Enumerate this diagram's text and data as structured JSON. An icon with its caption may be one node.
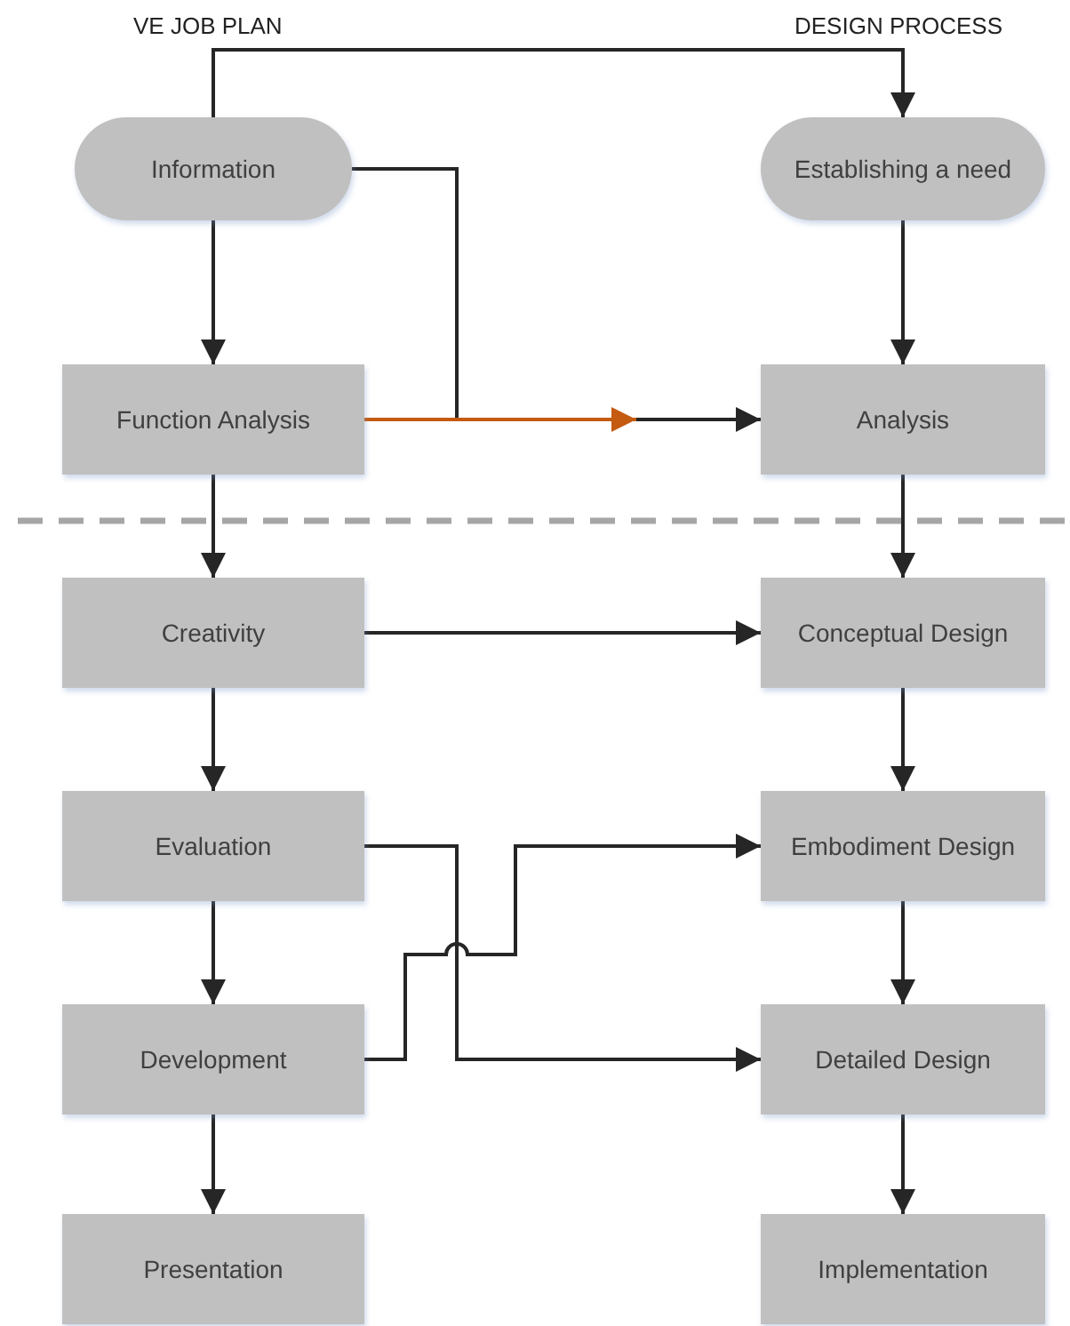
{
  "diagram": {
    "nodes": [
      {
        "text": [
          "Information"
        ]
      },
      {
        "text": [
          "Establishing a need"
        ]
      },
      {
        "text": [
          "Function Analysis"
        ]
      },
      {
        "text": [
          "Analysis"
        ]
      },
      {
        "text": [
          "Creativity"
        ]
      },
      {
        "text": [
          "Conceptual Design"
        ]
      },
      {
        "text": [
          "Evaluation"
        ]
      },
      {
        "text": [
          "Embodiment Design"
        ]
      },
      {
        "text": [
          "Development"
        ]
      },
      {
        "text": [
          "Detailed Design"
        ]
      },
      {
        "text": [
          "Presentation"
        ]
      },
      {
        "text": [
          "Implementation"
        ]
      }
    ],
    "edges": [
      {
        "from": 0,
        "to": 1,
        "arrow": "to"
      },
      {
        "from": 0,
        "to": 2,
        "arrow": "to"
      },
      {
        "from": 1,
        "to": 3,
        "arrow": "to"
      },
      {
        "from": 0,
        "to": 3,
        "arrow": "to"
      },
      {
        "from": 2,
        "to": null,
        "arrow": "to",
        "color": "#c55a11"
      },
      {
        "from": 2,
        "to": 4,
        "arrow": "to"
      },
      {
        "from": 3,
        "to": 5,
        "arrow": "to"
      },
      {
        "from": 4,
        "to": 5,
        "arrow": "to"
      },
      {
        "from": 4,
        "to": 6,
        "arrow": "to"
      },
      {
        "from": 5,
        "to": 7,
        "arrow": "to"
      },
      {
        "from": 6,
        "to": 9,
        "arrow": "to"
      },
      {
        "from": 8,
        "to": 7,
        "arrow": "to"
      },
      {
        "from": 6,
        "to": 8,
        "arrow": "to"
      },
      {
        "from": 7,
        "to": 9,
        "arrow": "to"
      },
      {
        "from": 8,
        "to": 10,
        "arrow": "to"
      },
      {
        "from": 9,
        "to": 11,
        "arrow": "to"
      }
    ],
    "labels": [
      "VE JOB PLAN",
      "DESIGN PROCESS"
    ]
  }
}
